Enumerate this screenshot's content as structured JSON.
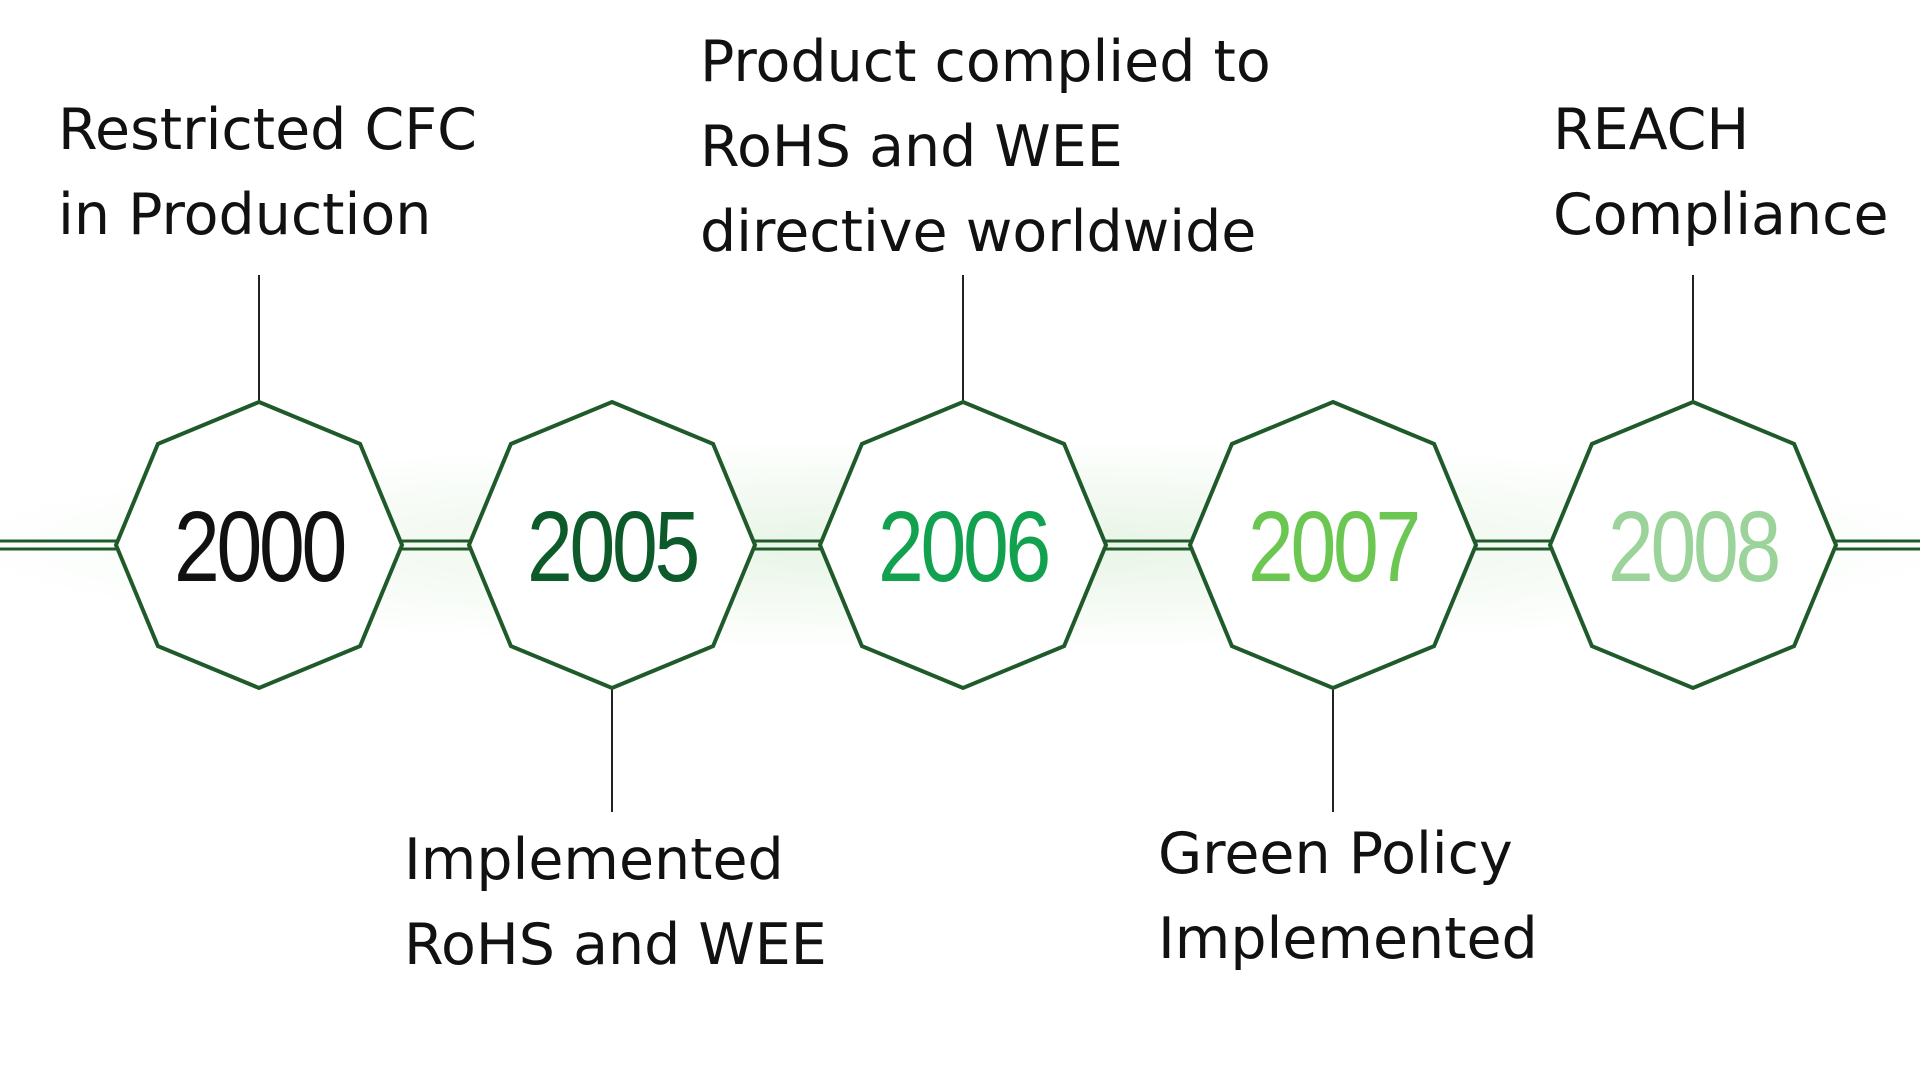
{
  "colors": {
    "outline": "#1f5b2a",
    "connector": "#222222",
    "background": "#ffffff"
  },
  "milestones": [
    {
      "year": "2000",
      "color": "#111111",
      "position": "top",
      "lines": [
        "Restricted CFC",
        "in Production"
      ]
    },
    {
      "year": "2005",
      "color": "#0d5a2a",
      "position": "bottom",
      "lines": [
        "Implemented",
        "RoHS and WEE"
      ]
    },
    {
      "year": "2006",
      "color": "#12a24f",
      "position": "top",
      "lines": [
        "Product complied to",
        "RoHS and WEE",
        "directive  worldwide"
      ]
    },
    {
      "year": "2007",
      "color": "#6cc752",
      "position": "bottom",
      "lines": [
        "Green Policy",
        "Implemented"
      ]
    },
    {
      "year": "2008",
      "color": "#9bd39a",
      "position": "top",
      "lines": [
        "REACH",
        "Compliance"
      ]
    }
  ]
}
